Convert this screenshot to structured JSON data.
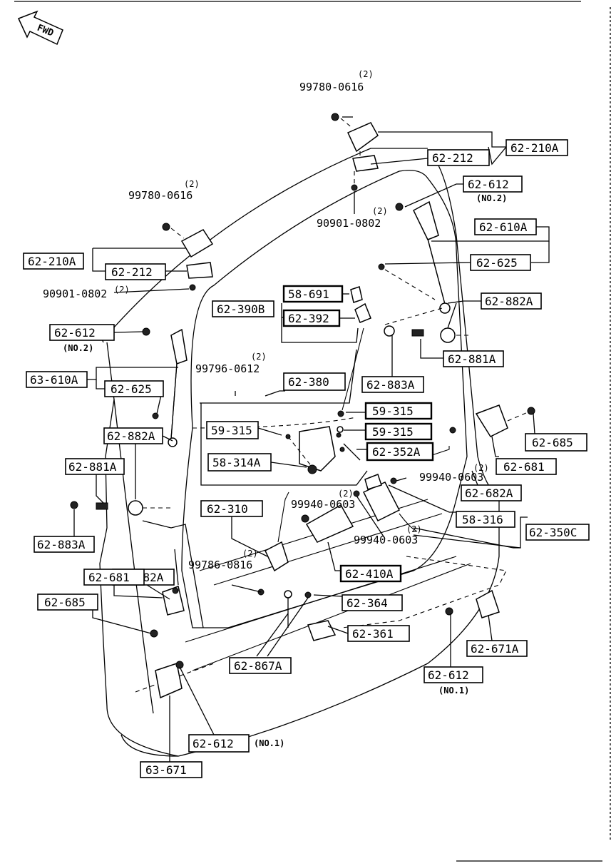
{
  "fwd_label": "FWD",
  "boxed_labels": {
    "b_62_210A_r": "62-210A",
    "b_62_212_r": "62-212",
    "b_62_612_r": "62-612",
    "b_62_610A_r": "62-610A",
    "b_62_625_r": "62-625",
    "b_62_882A_r": "62-882A",
    "b_62_881A_r": "62-881A",
    "b_62_883A_r": "62-883A",
    "b_62_685_r": "62-685",
    "b_62_681_r": "62-681",
    "b_62_682A_r": "62-682A",
    "b_58_316": "58-316",
    "b_62_350C": "62-350C",
    "b_62_410A": "62-410A",
    "b_62_364": "62-364",
    "b_62_361": "62-361",
    "b_62_671A": "62-671A",
    "b_62_612_bot_r": "62-612",
    "b_62_867A": "62-867A",
    "b_62_612_bot": "62-612",
    "b_63_671": "63-671",
    "b_62_210A_l": "62-210A",
    "b_62_212_l": "62-212",
    "b_62_612_l": "62-612",
    "b_63_610A": "63-610A",
    "b_62_625_l": "62-625",
    "b_62_882A_l": "62-882A",
    "b_62_881A_l": "62-881A",
    "b_62_883A_l": "62-883A",
    "b_62_685_l": "62-685",
    "b_62_681_l": "62-681",
    "b_62_682A_l": "62-682A",
    "b_62_310": "62-310",
    "b_62_390B": "62-390B",
    "b_58_691": "58-691",
    "b_62_392": "62-392",
    "b_62_380": "62-380",
    "b_59_315_l": "59-315",
    "b_58_314A": "58-314A",
    "b_59_315_a": "59-315",
    "b_59_315_b": "59-315",
    "b_62_352A": "62-352A"
  },
  "plain_labels": {
    "p_99780_top": "99780-0616",
    "p_90901_top": "90901-0802",
    "p_99780_left": "99780-0616",
    "p_90901_left": "90901-0802",
    "p_99796": "99796-0612",
    "p_99940_a": "99940-0603",
    "p_99940_b": "99940-0603",
    "p_99940_c": "99940-0603",
    "p_99786": "99786-0816"
  },
  "qty": "(2)",
  "notes": {
    "no1": "(NO.1)",
    "no2": "(NO.2)"
  }
}
